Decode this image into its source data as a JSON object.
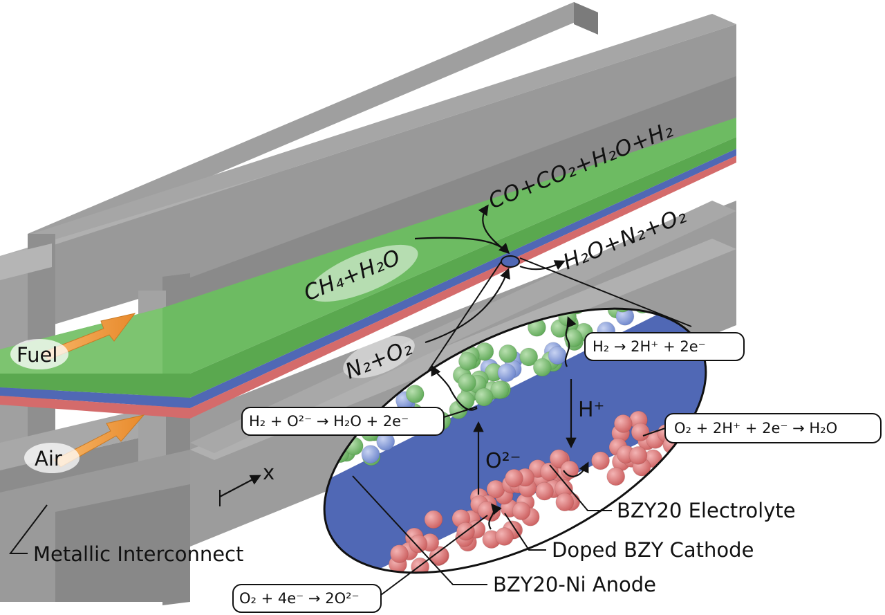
{
  "labels": {
    "fuel": "Fuel",
    "air": "Air",
    "axis_x": "x",
    "interconnect": "Metallic Interconnect",
    "electrolyte": "BZY20 Electrolyte",
    "cathode": "Doped BZY Cathode",
    "anode": "BZY20-Ni Anode"
  },
  "chemistry": {
    "fuel_in": "CH₄+H₂O",
    "fuel_out": "CO+CO₂+H₂O+H₂",
    "air_in": "N₂+O₂",
    "air_out": "H₂O+N₂+O₂",
    "proton": "H⁺",
    "oxide_ion": "O²⁻"
  },
  "reactions": {
    "anode_h2": "H₂ → 2H⁺ + 2e⁻",
    "anode_oxide": "H₂ + O²⁻ → H₂O + 2e⁻",
    "cathode_water": "O₂ + 2H⁺ + 2e⁻ → H₂O",
    "cathode_oxide": "O₂ + 4e⁻ → 2O²⁻"
  },
  "colors": {
    "interconnect_top": "#a9a9a9",
    "interconnect_front": "#8c8c8c",
    "interconnect_side": "#7a7a7a",
    "anode_green": "#6dbb62",
    "electrolyte_blue": "#5068b5",
    "cathode_red": "#d46b6b",
    "arrow_orange": "#f2a24a",
    "sphere_blue": "#8aa0d9"
  }
}
